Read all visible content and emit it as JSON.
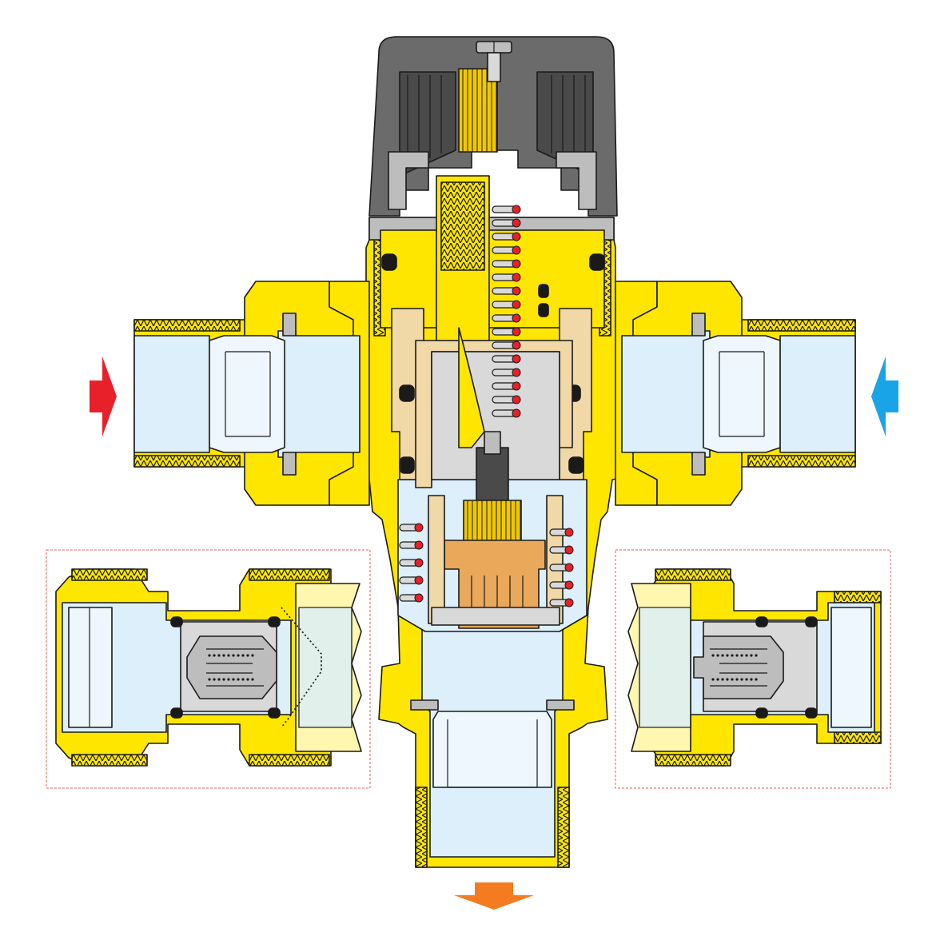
{
  "diagram": {
    "kind": "cutaway",
    "labels": [],
    "colors": {
      "brass": "#FFE600",
      "brass_dark": "#E9C800",
      "outline": "#1A1A1A",
      "water": "#DCEFFA",
      "water_light": "#EEF7FD",
      "knob": "#6B6B6B",
      "knob_dark": "#4A4A4A",
      "steel": "#BDBDBD",
      "steel_light": "#D9D9D9",
      "tan": "#F1D8A7",
      "plastic_orange": "#E9A85A",
      "spring_dot": "#E8202A",
      "pale_yellow": "#FFF6B0",
      "hot_arrow": "#E8202A",
      "cold_arrow": "#1AA4E8",
      "mixed_arrow": "#F47B20",
      "detail_border": "#E06060"
    },
    "arrows": [
      {
        "id": "hot-inlet",
        "direction": "right"
      },
      {
        "id": "cold-inlet",
        "direction": "left"
      },
      {
        "id": "mixed-outlet",
        "direction": "down"
      }
    ],
    "detail_insets": [
      {
        "id": "left-check-valve",
        "state": "closed"
      },
      {
        "id": "right-check-valve",
        "state": "open"
      }
    ]
  }
}
